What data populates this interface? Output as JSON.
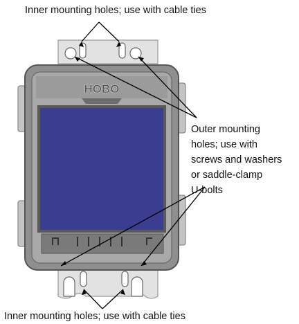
{
  "labels": {
    "top": "Inner mounting holes; use with cable ties",
    "bottom": "Inner mounting holes; use with cable ties",
    "outer_lines": [
      "Outer mounting",
      "holes; use with",
      "screws and washers",
      "or saddle-clamp",
      "U-bolts"
    ]
  },
  "device": {
    "logo": "HOBO"
  },
  "colors": {
    "bracket": "#e0e0e0",
    "housing": "#8c8c8c",
    "screen": "#3a3d8f",
    "leader": "#000000"
  }
}
